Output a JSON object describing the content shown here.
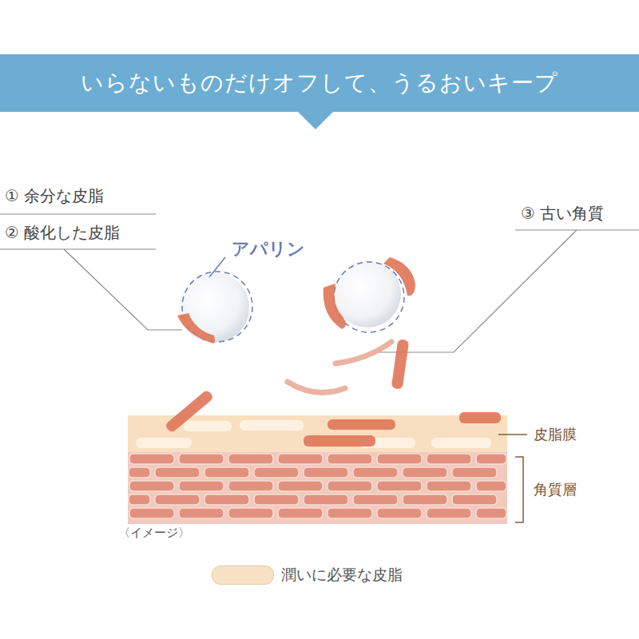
{
  "diagram": {
    "title": "いらないものだけオフして、うるおいキープ",
    "labels": [
      "① 余分な皮脂",
      "② 酸化した皮脂",
      "アパリン",
      "③ 古い角質",
      "皮脂膜",
      "角質層",
      "〈イメージ〉"
    ],
    "legend": [
      {
        "text": "潤いに必要な皮脂",
        "color": "#f8e2c6"
      }
    ]
  }
}
